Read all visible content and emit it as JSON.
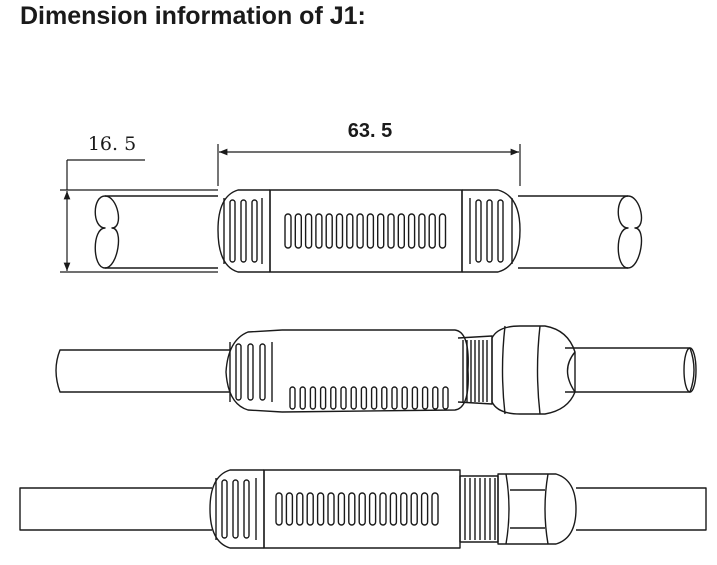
{
  "heading": "Dimension information of J1:",
  "dimensions": {
    "length": "63. 5",
    "diameter": "16. 5"
  },
  "colors": {
    "line": "#1a1a1a",
    "background": "#ffffff"
  }
}
